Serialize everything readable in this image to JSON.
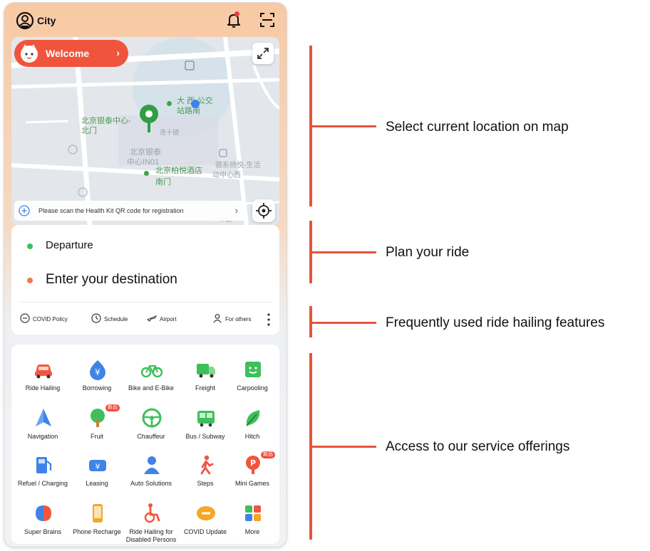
{
  "header": {
    "city_label": "City"
  },
  "map": {
    "welcome_label": "Welcome",
    "labels": {
      "beijing_yintai_north_gate_1": "北京银泰中心-",
      "beijing_yintai_north_gate_2": "北门",
      "bus_stop_1": "大    西-公交",
      "bus_stop_2": "站路南",
      "beijing_yintai_center_1": "北京银泰",
      "beijing_yintai_center_2": "中心IN01",
      "park_hyatt_1": "北京柏悦酒店",
      "park_hyatt_2": "南门",
      "life_center_1": "德系扬悦-生活",
      "life_center_2": "动中心西",
      "small_label": "连十镜",
      "bottom_label": "一叶区"
    },
    "health_notice": "Please scan the Health Kit QR code for registration"
  },
  "ride": {
    "departure_label": "Departure",
    "destination_placeholder": "Enter your destination",
    "quick_actions": [
      "COVID Policy",
      "Schedule",
      "Airport",
      "For others"
    ]
  },
  "services": [
    {
      "label": "Ride Hailing",
      "icon": "car-icon",
      "color": "#f0563e"
    },
    {
      "label": "Borrowing",
      "icon": "yen-coin-icon",
      "color": "#3f83e6"
    },
    {
      "label": "Bike and E-Bike",
      "icon": "bicycle-icon",
      "color": "#3fbf5a"
    },
    {
      "label": "Freight",
      "icon": "truck-icon",
      "color": "#3fbf5a"
    },
    {
      "label": "Carpooling",
      "icon": "smiley-bag-icon",
      "color": "#3fbf5a"
    },
    {
      "label": "Navigation",
      "icon": "navigation-arrow-icon",
      "color": "#3f83e6"
    },
    {
      "label": "Fruit",
      "icon": "tree-icon",
      "color": "#3fbf5a",
      "badge": "新品"
    },
    {
      "label": "Chauffeur",
      "icon": "steering-wheel-icon",
      "color": "#3fbf5a"
    },
    {
      "label": "Bus / Subway",
      "icon": "bus-icon",
      "color": "#3fbf5a"
    },
    {
      "label": "Hitch",
      "icon": "leaf-icon",
      "color": "#3fbf5a"
    },
    {
      "label": "Refuel / Charging",
      "icon": "fuel-pump-icon",
      "color": "#3f83e6"
    },
    {
      "label": "Leasing",
      "icon": "car-key-icon",
      "color": "#3f83e6"
    },
    {
      "label": "Auto Solutions",
      "icon": "mechanic-icon",
      "color": "#3f83e6"
    },
    {
      "label": "Steps",
      "icon": "walking-person-icon",
      "color": "#f0563e"
    },
    {
      "label": "Mini Games",
      "icon": "game-pin-icon",
      "color": "#f0563e",
      "badge": "新品"
    },
    {
      "label": "Super Brains",
      "icon": "brain-icon",
      "color": "#f0563e"
    },
    {
      "label": "Phone Recharge",
      "icon": "phone-icon",
      "color": "#f5a623"
    },
    {
      "label": "Ride Hailing for Disabled Persons",
      "icon": "wheelchair-icon",
      "color": "#f0563e"
    },
    {
      "label": "COVID Update",
      "icon": "covid-shield-icon",
      "color": "#f5a623"
    },
    {
      "label": "More",
      "icon": "grid-more-icon",
      "color": "#3fbf5a"
    }
  ],
  "annotations": [
    "Select current location on map",
    "Plan your ride",
    "Frequently used ride hailing features",
    "Access to our service offerings"
  ],
  "colors": {
    "accent": "#f0543c",
    "bracket": "#e8533d"
  }
}
